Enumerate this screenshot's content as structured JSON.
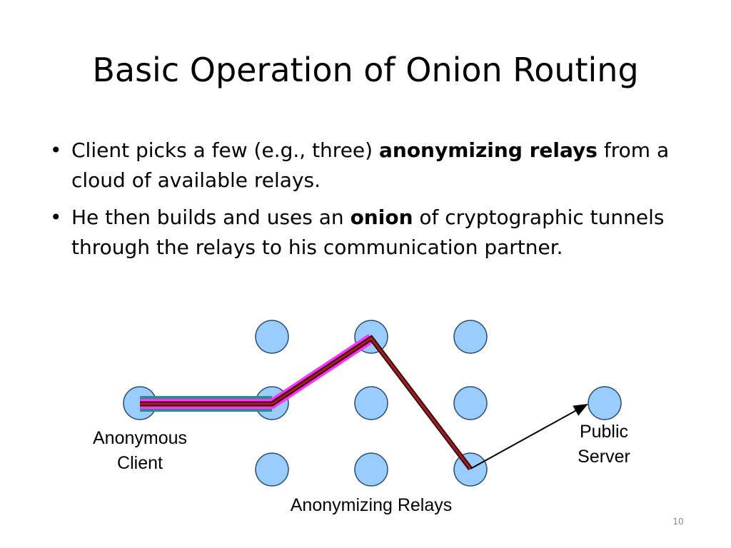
{
  "slide": {
    "title": "Basic Operation of Onion Routing",
    "page_number": "10"
  },
  "bullets": [
    {
      "marker": "•",
      "before": "Client picks a few (e.g., three) ",
      "bold": "anonymizing relays",
      "after": " from a cloud of available relays."
    },
    {
      "marker": "•",
      "before": "He then builds and uses an ",
      "bold": "onion",
      "after": " of cryptographic tunnels through the relays to his communication partner."
    }
  ],
  "diagram": {
    "client_label_line1": "Anonymous",
    "client_label_line2": "Client",
    "server_label_line1": "Public",
    "server_label_line2": "Server",
    "relays_label": "Anonymizing Relays",
    "colors": {
      "node_fill": "#99ccff",
      "tunnel_outer": "#ff33ff",
      "tunnel_inner": "#8b1a1a",
      "tunnel_teal": "#2e8b8b"
    }
  }
}
